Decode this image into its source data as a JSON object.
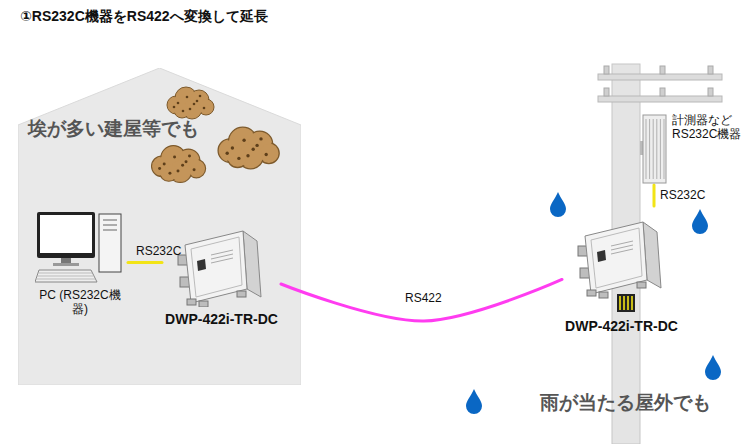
{
  "diagram": {
    "title": "①RS232C機器をRS422へ変換して延長",
    "nodes": [
      {
        "text": [
          "埃が多い建屋等でも"
        ]
      },
      {
        "text": [
          "PC (RS232C機器)"
        ],
        "in": 0
      },
      {
        "text": [
          "DWP-422i-TR-DC"
        ],
        "in": 0
      },
      {
        "text": [
          "DWP-422i-TR-DC"
        ]
      },
      {
        "text": [
          "計測器など RS232C機器"
        ]
      }
    ],
    "edges": [
      {
        "from": 1,
        "to": 2,
        "arrow": "none",
        "label": "RS232C"
      },
      {
        "from": 2,
        "to": 3,
        "arrow": "none",
        "label": "RS422"
      },
      {
        "from": 4,
        "to": 3,
        "arrow": "none",
        "label": "RS232C"
      }
    ],
    "labels": [
      "雨が当たる屋外でも"
    ]
  }
}
